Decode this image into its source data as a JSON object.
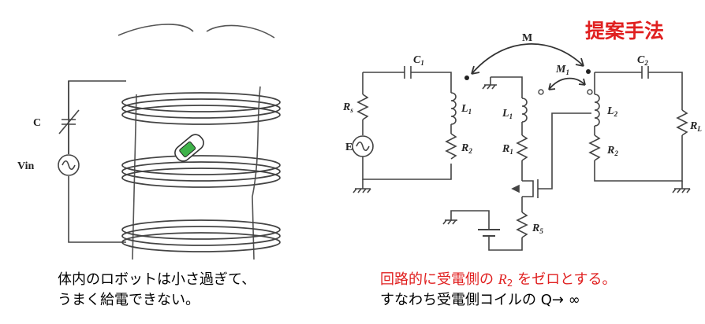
{
  "left_figure": {
    "labels": {
      "capacitor": "C",
      "source": "Vin"
    },
    "icon": "robot-capsule-icon"
  },
  "right_figure": {
    "labels": {
      "mutual": "M",
      "mutual_1": "M",
      "mutual_1_sub": "1",
      "c1": "C",
      "c1_sub": "1",
      "c2": "C",
      "c2_sub": "2",
      "rs": "R",
      "rs_sub": "s",
      "l1_left": "L",
      "l1_left_sub": "1",
      "r1_left": "R",
      "r1_left_sub": "2",
      "e": "E",
      "l1_mid": "L",
      "l1_mid_sub": "1",
      "r1_mid": "R",
      "r1_mid_sub": "1",
      "r5": "R",
      "r5_sub": "5",
      "l2": "L",
      "l2_sub": "2",
      "r2": "R",
      "r2_sub": "2",
      "rl": "R",
      "rl_sub": "L"
    }
  },
  "proposal_title": "提案手法",
  "caption_left": {
    "line1": "体内のロボットは小さ過ぎて、",
    "line2": "うまく給電できない。"
  },
  "caption_right": {
    "line1_pre": "回路的に受電側の ",
    "line1_var": "R",
    "line1_sub": "2",
    "line1_post": " をゼロとする。",
    "line2": "すなわち受電側コイルの Q→ ∞"
  },
  "colors": {
    "accent_red": "#e02020",
    "line": "#444444",
    "battery_green": "#3fb24a"
  }
}
